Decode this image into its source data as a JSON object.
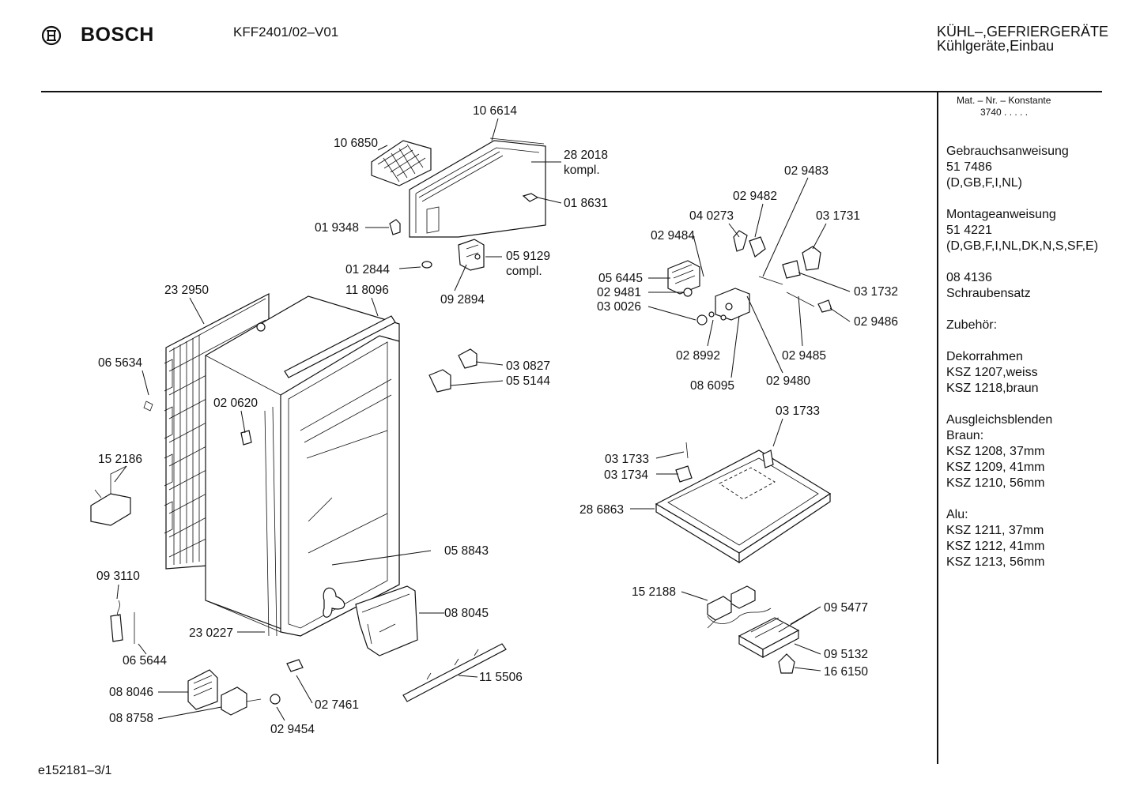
{
  "header": {
    "brand": "BOSCH",
    "model": "KFF2401/02–V01",
    "category_line1": "KÜHL–,GEFRIERGERÄTE",
    "category_line2": "Kühlgeräte,Einbau"
  },
  "sidebar": {
    "mat_label": "Mat. – Nr. – Konstante",
    "mat_value": "3740  .   .   .   .   .",
    "blocks": [
      {
        "lines": [
          "Gebrauchsanweisung",
          "51 7486",
          "(D,GB,F,I,NL)"
        ]
      },
      {
        "lines": [
          "Montageanweisung",
          "51 4221",
          "(D,GB,F,I,NL,DK,N,S,SF,E)"
        ]
      },
      {
        "lines": [
          "08 4136",
          "Schraubensatz"
        ]
      },
      {
        "lines": [
          "Zubehör:"
        ]
      },
      {
        "lines": [
          "Dekorrahmen",
          "KSZ 1207,weiss",
          "KSZ 1218,braun"
        ]
      },
      {
        "lines": [
          "Ausgleichsblenden",
          "Braun:",
          "KSZ 1208, 37mm",
          "KSZ 1209, 41mm",
          "KSZ 1210, 56mm"
        ]
      },
      {
        "lines": [
          "Alu:",
          "KSZ 1211, 37mm",
          "KSZ 1212, 41mm",
          "KSZ 1213, 56mm"
        ]
      }
    ]
  },
  "footer": {
    "drawing_id": "e152181–3/1"
  },
  "parts": {
    "p106614": "10 6614",
    "p106850": "10 6850",
    "p282018": "28 2018",
    "p282018b": "kompl.",
    "p018631": "01 8631",
    "p019348": "01 9348",
    "p012844": "01 2844",
    "p059129": "05 9129",
    "p059129b": "compl.",
    "p092894": "09 2894",
    "p232950": "23 2950",
    "p118096": "11 8096",
    "p065634": "06 5634",
    "p020620": "02 0620",
    "p030827": "03 0827",
    "p055144": "05 5144",
    "p152186": "15 2186",
    "p058843": "05 8843",
    "p093110": "09 3110",
    "p088045": "08 8045",
    "p230227": "23 0227",
    "p065644": "06 5644",
    "p115506": "11 5506",
    "p088046": "08 8046",
    "p088758": "08 8758",
    "p027461": "02 7461",
    "p029454": "02 9454",
    "p029483": "02 9483",
    "p029482": "02 9482",
    "p040273": "04 0273",
    "p031731": "03 1731",
    "p029484": "02 9484",
    "p056445": "05 6445",
    "p029481": "02 9481",
    "p030026": "03 0026",
    "p031732": "03 1732",
    "p029486": "02 9486",
    "p028992": "02 8992",
    "p029485": "02 9485",
    "p086095": "08 6095",
    "p029480": "02 9480",
    "p031733a": "03 1733",
    "p031733b": "03 1733",
    "p031734": "03 1734",
    "p286863": "28 6863",
    "p152188": "15 2188",
    "p095477": "09 5477",
    "p095132": "09 5132",
    "p166150": "16 6150"
  }
}
